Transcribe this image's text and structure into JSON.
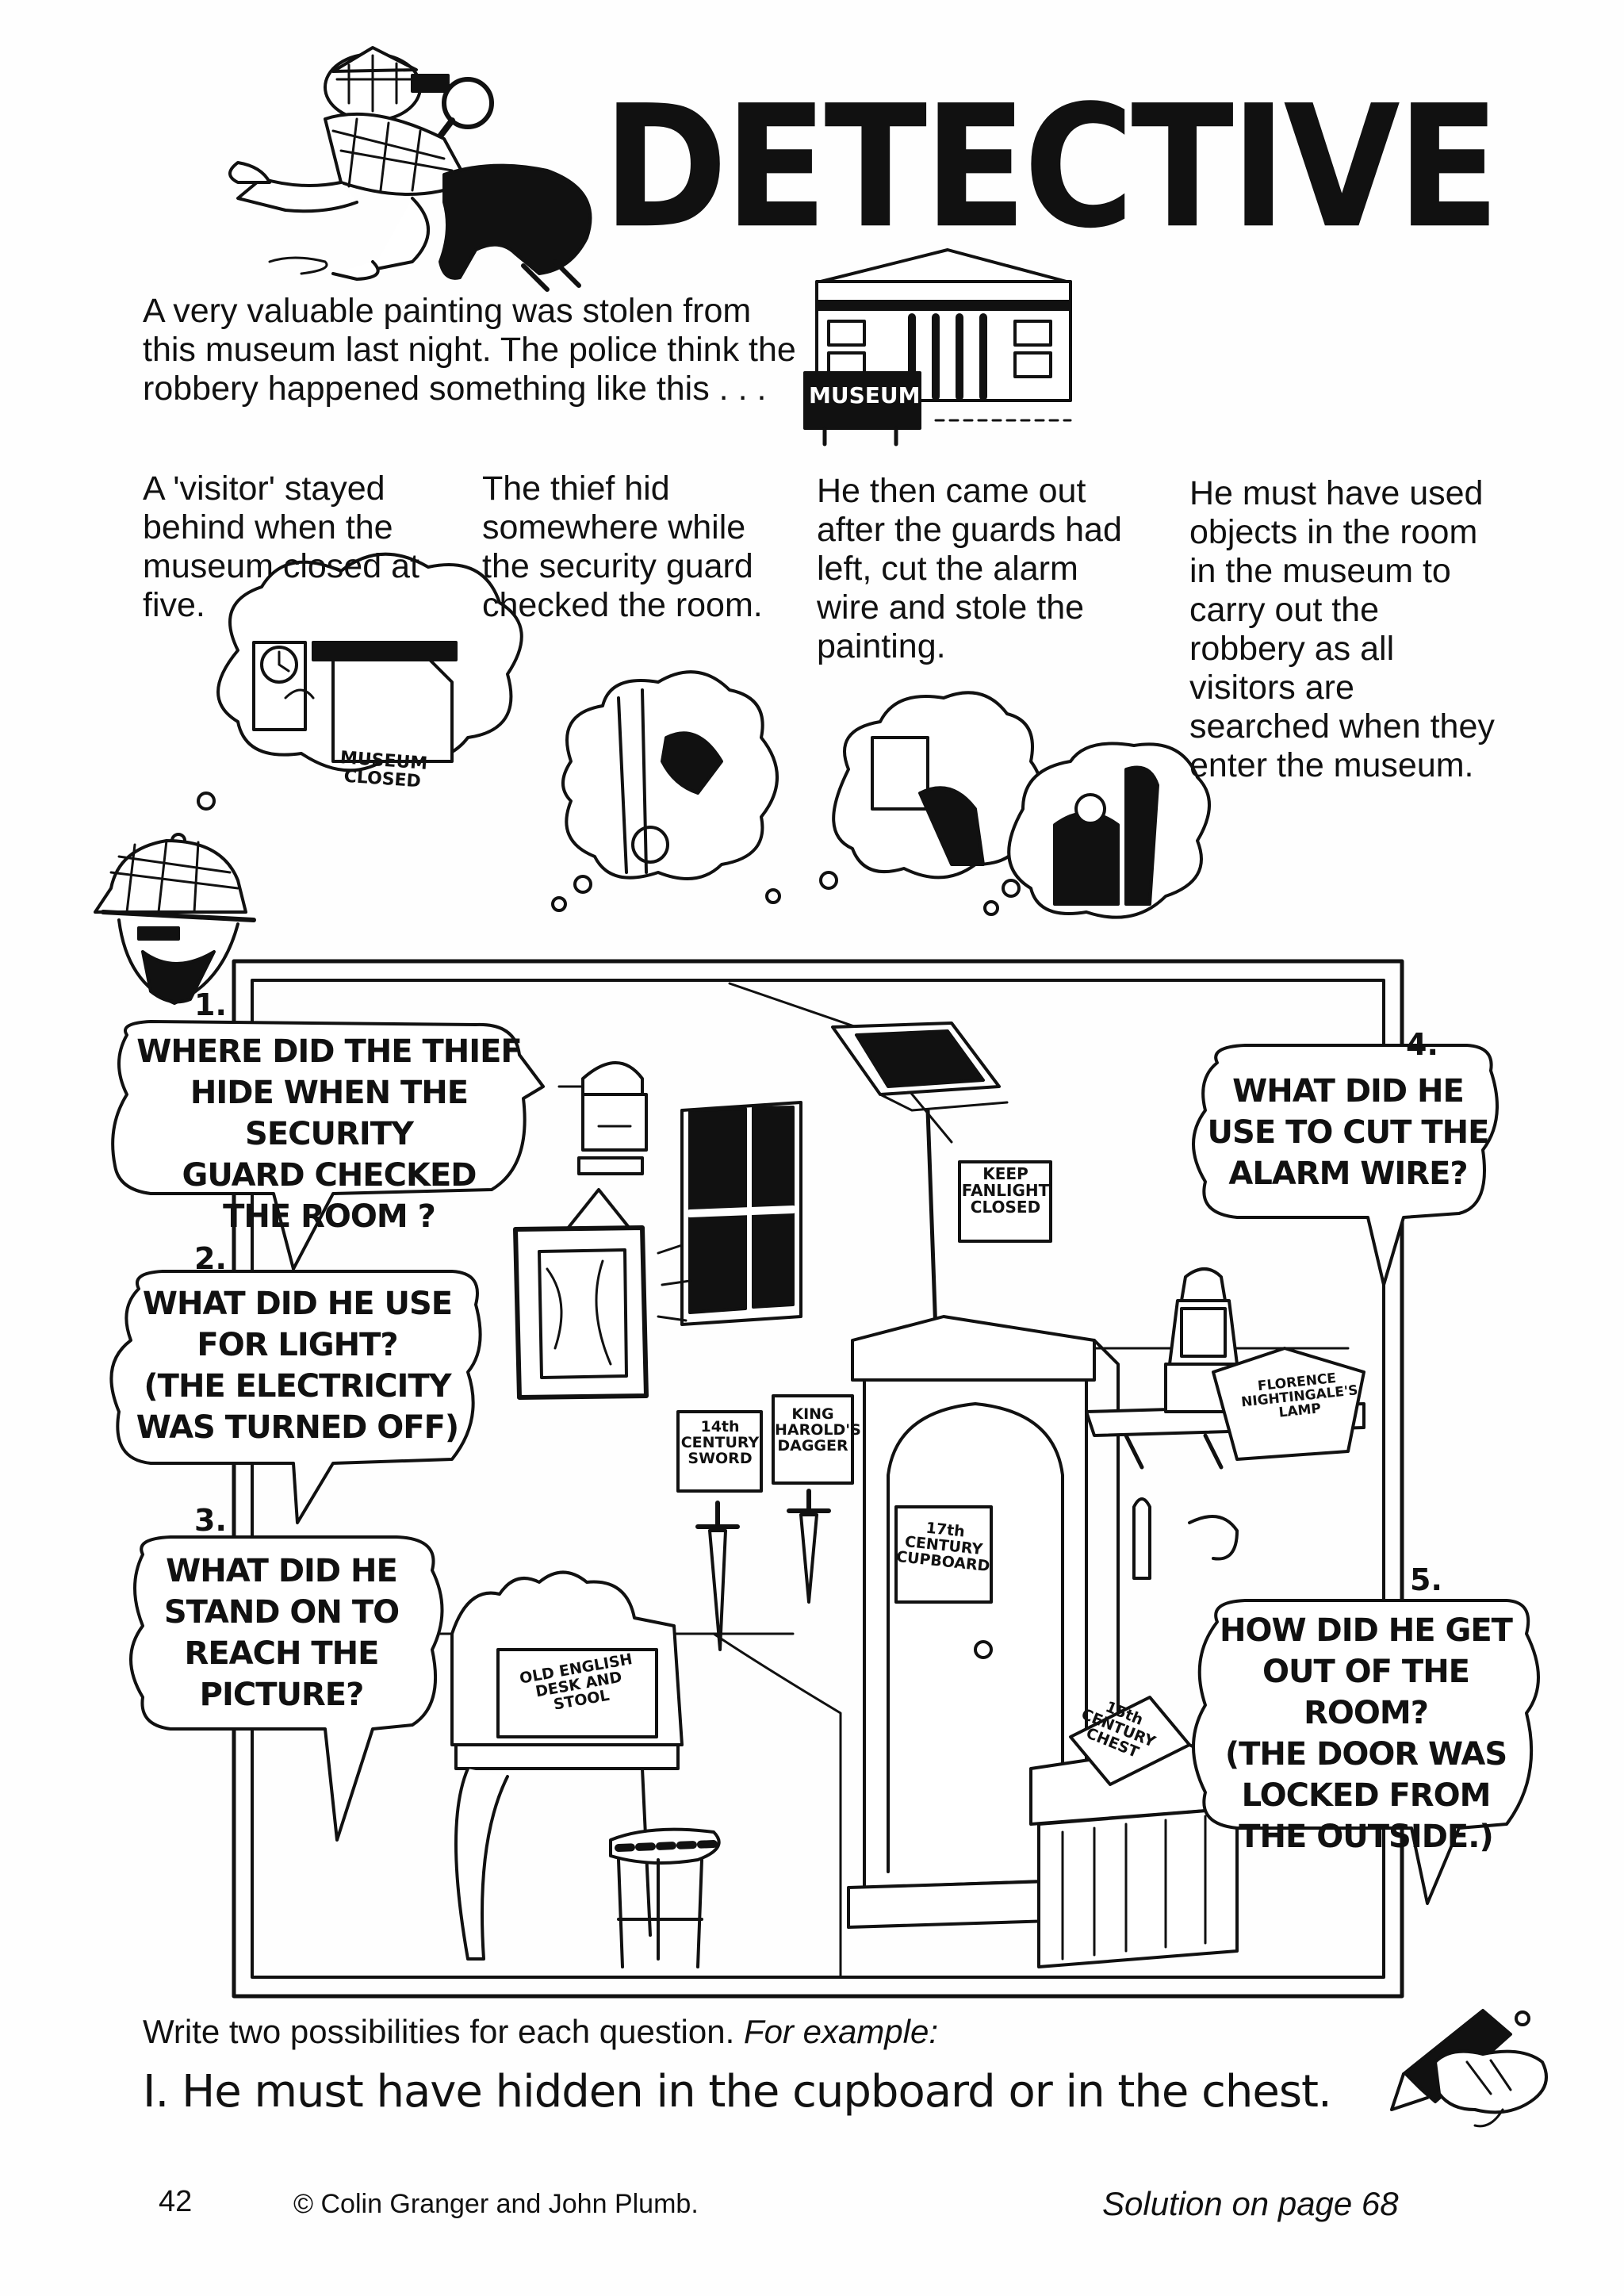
{
  "title": "DETECTIVE",
  "intro": "A very valuable painting was stolen from this museum last night. The police think the robbery happened something like this . . .",
  "steps": [
    "A 'visitor' stayed behind when the museum closed at five.",
    "The thief hid somewhere while the security guard checked the room.",
    "He then came out after the guards had left, cut the alarm wire and stole the painting.",
    "He must have used objects in the room in the museum to carry out the robbery as all visitors are searched when they enter the museum."
  ],
  "signs": {
    "museum": "MUSEUM",
    "museum_closed_1": "MUSEUM",
    "museum_closed_2": "CLOSED",
    "fanlight_1": "KEEP",
    "fanlight_2": "FANLIGHT",
    "fanlight_3": "CLOSED",
    "sword_1": "14th",
    "sword_2": "CENTURY",
    "sword_3": "SWORD",
    "dagger_1": "KING",
    "dagger_2": "HAROLD'S",
    "dagger_3": "DAGGER",
    "cupboard_1": "17th",
    "cupboard_2": "CENTURY",
    "cupboard_3": "CUPBOARD",
    "lamp_1": "FLORENCE",
    "lamp_2": "NIGHTINGALE'S",
    "lamp_3": "LAMP",
    "desk_1": "OLD ENGLISH",
    "desk_2": "DESK AND",
    "desk_3": "STOOL",
    "chest_1": "15th",
    "chest_2": "CENTURY",
    "chest_3": "CHEST"
  },
  "questions": [
    {
      "num": "1.",
      "lines": [
        "WHERE DID THE THIEF",
        "HIDE WHEN THE SECURITY",
        "GUARD CHECKED",
        "THE ROOM ?"
      ]
    },
    {
      "num": "2.",
      "lines": [
        "WHAT DID HE USE",
        "FOR LIGHT?",
        "(THE ELECTRICITY",
        "WAS TURNED OFF)"
      ]
    },
    {
      "num": "3.",
      "lines": [
        "WHAT DID HE",
        "STAND ON TO",
        "REACH THE",
        "PICTURE?"
      ]
    },
    {
      "num": "4.",
      "lines": [
        "WHAT DID HE",
        "USE TO CUT THE",
        "ALARM WIRE?"
      ]
    },
    {
      "num": "5.",
      "lines": [
        "HOW DID HE GET",
        "OUT OF THE ROOM?",
        "(THE DOOR WAS",
        "LOCKED FROM",
        "THE OUTSIDE.)"
      ]
    }
  ],
  "instruction": "Write two possibilities for each question.",
  "instruction_example": "For example:",
  "example_answer": "I. He must have hidden in the cupboard or in the chest.",
  "footer": {
    "page_number": "42",
    "copyright": "© Colin Granger and John Plumb.",
    "solution": "Solution on page 68"
  }
}
